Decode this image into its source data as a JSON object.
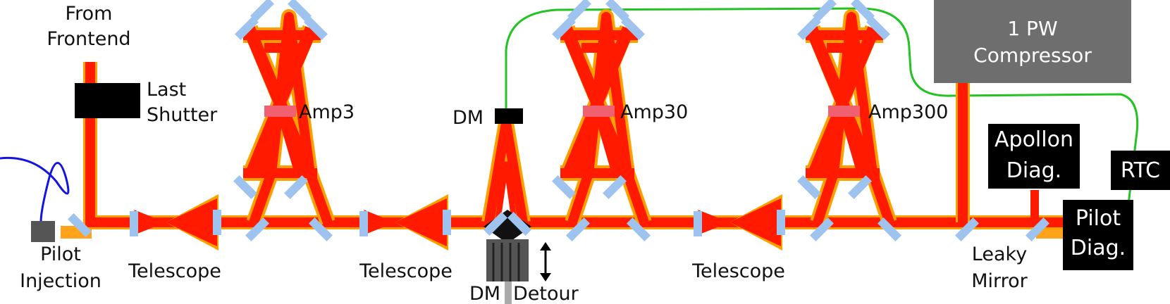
{
  "labels": {
    "from_frontend_line1": "From",
    "from_frontend_line2": "Frontend",
    "last_shutter_line1": "Last",
    "last_shutter_line2": "Shutter",
    "amp3": "Amp3",
    "amp30": "Amp30",
    "amp300": "Amp300",
    "dm": "DM",
    "telescope_1": "Telescope",
    "telescope_2": "Telescope",
    "telescope_3": "Telescope",
    "pilot_injection_line1": "Pilot",
    "pilot_injection_line2": "Injection",
    "dm_detour_dm": "DM",
    "dm_detour_detour": "Detour",
    "leaky_mirror_line1": "Leaky",
    "leaky_mirror_line2": "Mirror"
  },
  "boxes": {
    "compressor_line1": "1 PW",
    "compressor_line2": "Compressor",
    "apollon_diag_line1": "Apollon",
    "apollon_diag_line2": "Diag.",
    "rtc": "RTC",
    "pilot_diag_line1": "Pilot",
    "pilot_diag_line2": "Diag."
  },
  "colors": {
    "beam": "#ff1a00",
    "beam_edge": "#ffa000",
    "pilot_beam": "#ffa31a",
    "mirror": "#9fc3ef",
    "fiber_green": "#22c322",
    "fiber_blue": "#1414e0",
    "black_box": "#000000",
    "compressor": "#6e6e6e",
    "crystal": "#f06070"
  }
}
